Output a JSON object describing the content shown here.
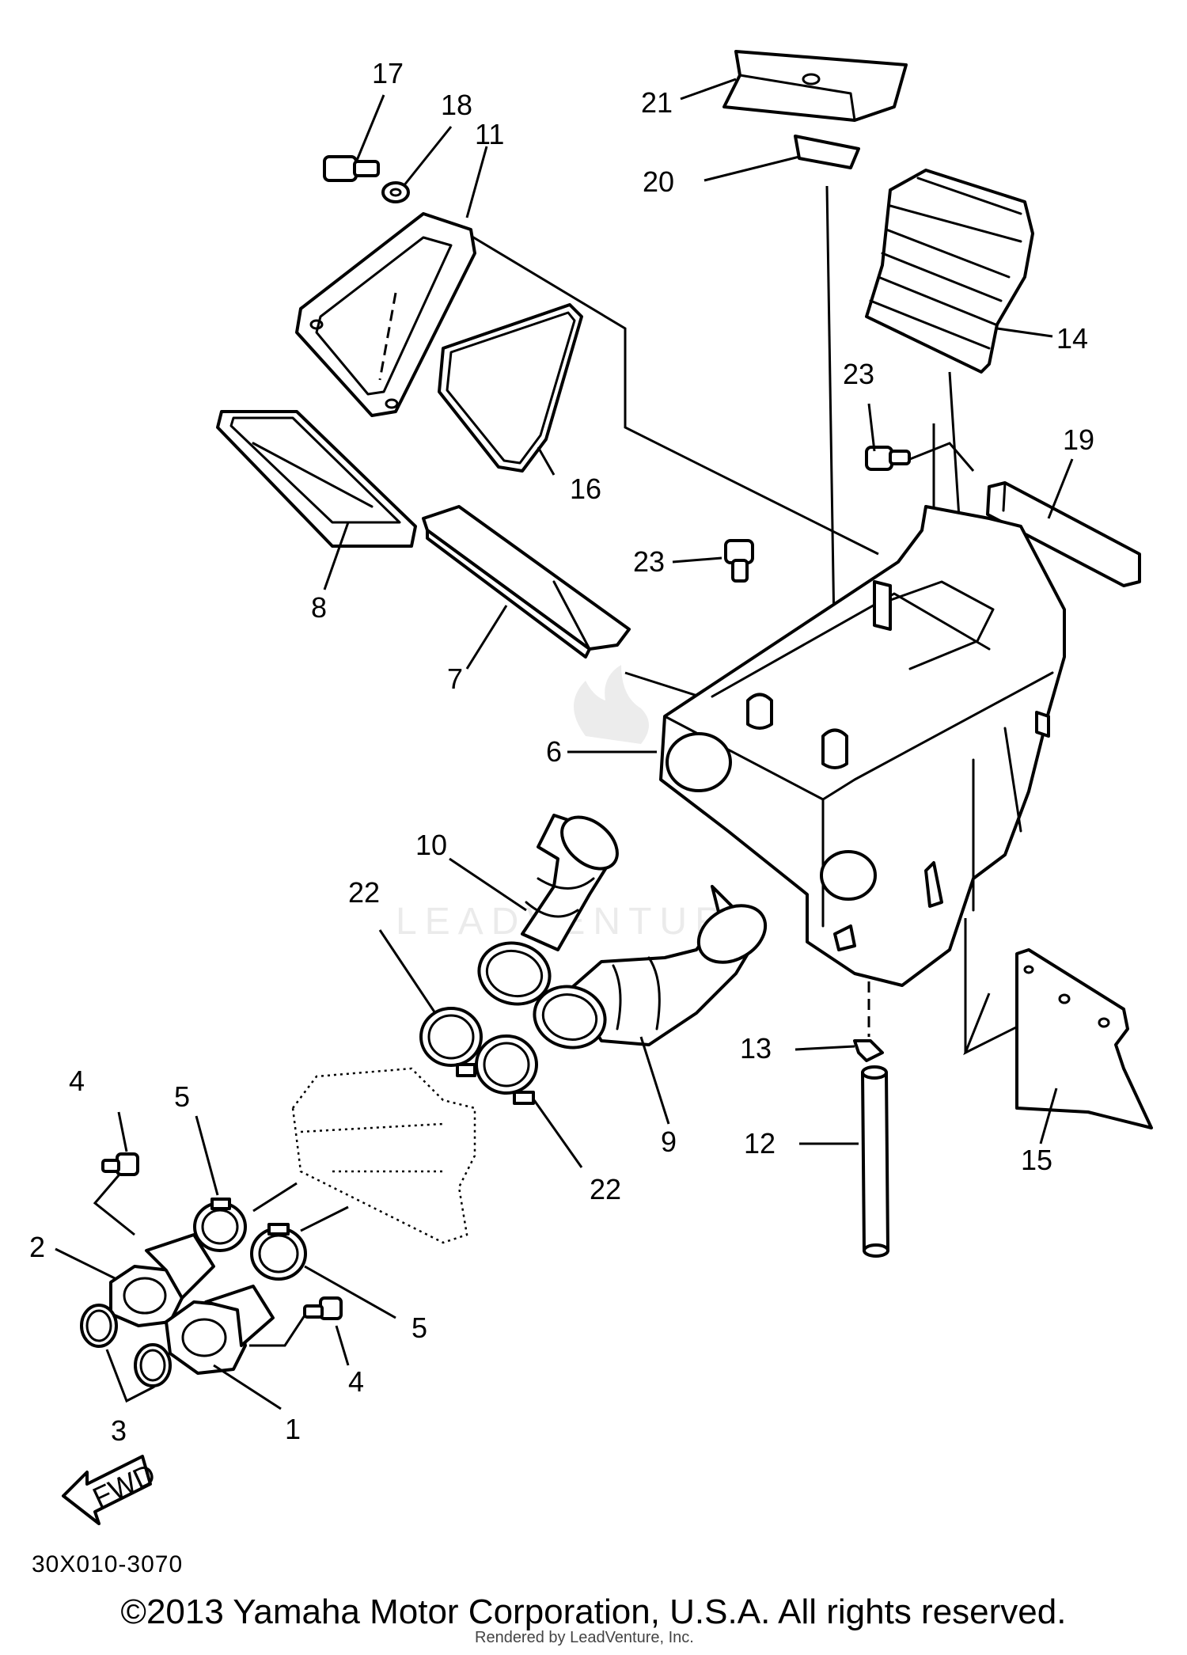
{
  "callouts": {
    "p1": "1",
    "p2": "2",
    "p3": "3",
    "p4a": "4",
    "p4b": "4",
    "p5a": "5",
    "p5b": "5",
    "p6": "6",
    "p7": "7",
    "p8": "8",
    "p9": "9",
    "p10": "10",
    "p11": "11",
    "p12": "12",
    "p13": "13",
    "p14": "14",
    "p15": "15",
    "p16": "16",
    "p17": "17",
    "p18": "18",
    "p19": "19",
    "p20": "20",
    "p21": "21",
    "p22a": "22",
    "p22b": "22",
    "p23a": "23",
    "p23b": "23"
  },
  "direction_arrow": "FWD",
  "diagram_code": "30X010-3070",
  "copyright": "©2013 Yamaha Motor Corporation, U.S.A. All rights reserved.",
  "rendered_by": "Rendered by LeadVenture, Inc.",
  "watermark": "LEADVENTURE"
}
